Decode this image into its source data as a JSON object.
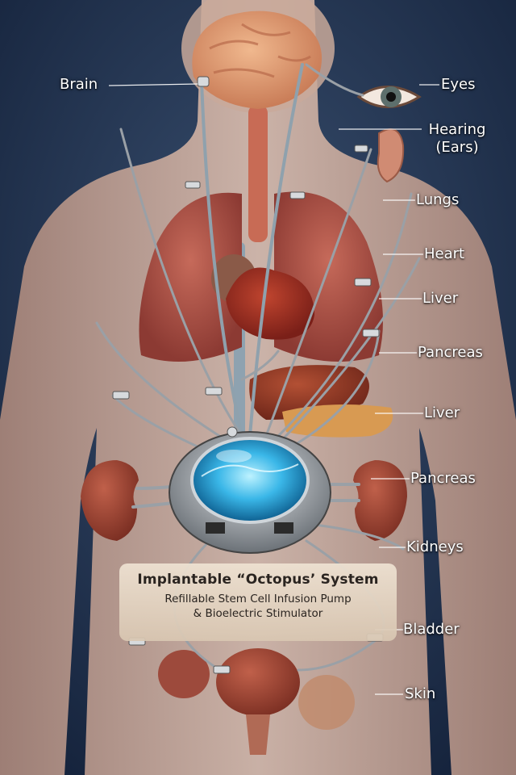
{
  "labels": {
    "brain": "Brain",
    "eyes": "Eyes",
    "hearing_line1": "Hearing",
    "hearing_line2": "(Ears)",
    "lungs": "Lungs",
    "heart": "Heart",
    "liver_upper": "Liver",
    "pancreas_upper": "Pancreas",
    "liver_lower": "Liver",
    "pancreas_lower": "Pancreas",
    "kidneys": "Kidneys",
    "bladder": "Bladder",
    "skin": "Skin"
  },
  "caption": {
    "title": "Implantable “Octopus’ System",
    "subtitle_line1": "Refillable Stem Cell Infusion Pump",
    "subtitle_line2": "& Bioelectric Stimulator"
  },
  "colors": {
    "background": "#1f3050",
    "skin": "#c9a99a",
    "organ_red": "#a8443a",
    "fluid_blue": "#3ab7e8",
    "device_metal": "#9aa0a6"
  }
}
